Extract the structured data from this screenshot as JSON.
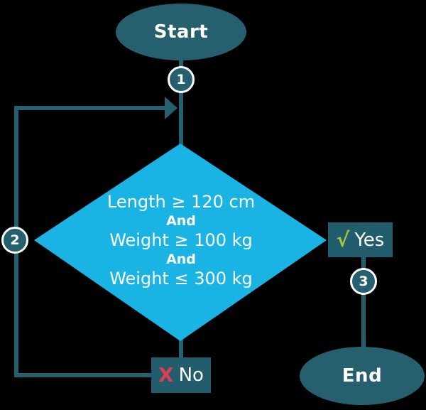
{
  "diagram": {
    "type": "flowchart",
    "background_color": "#000000",
    "colors": {
      "node_fill": "#26606f",
      "diamond_fill": "#1ab4e4",
      "connector": "#26606f",
      "check_green": "#a2c93c",
      "cross_red": "#e43a55",
      "text": "#ffffff",
      "badge_ring": "#ffffff"
    },
    "nodes": {
      "start": {
        "label": "Start"
      },
      "decision": {
        "lines": [
          "Length ≥ 120 cm",
          "And",
          "Weight ≥ 100 kg",
          "And",
          "Weight ≤ 300 kg"
        ]
      },
      "yes": {
        "icon": "√",
        "label": "Yes"
      },
      "no": {
        "icon": "X",
        "label": "No"
      },
      "end": {
        "label": "End"
      }
    },
    "step_badges": [
      "1",
      "2",
      "3"
    ]
  }
}
